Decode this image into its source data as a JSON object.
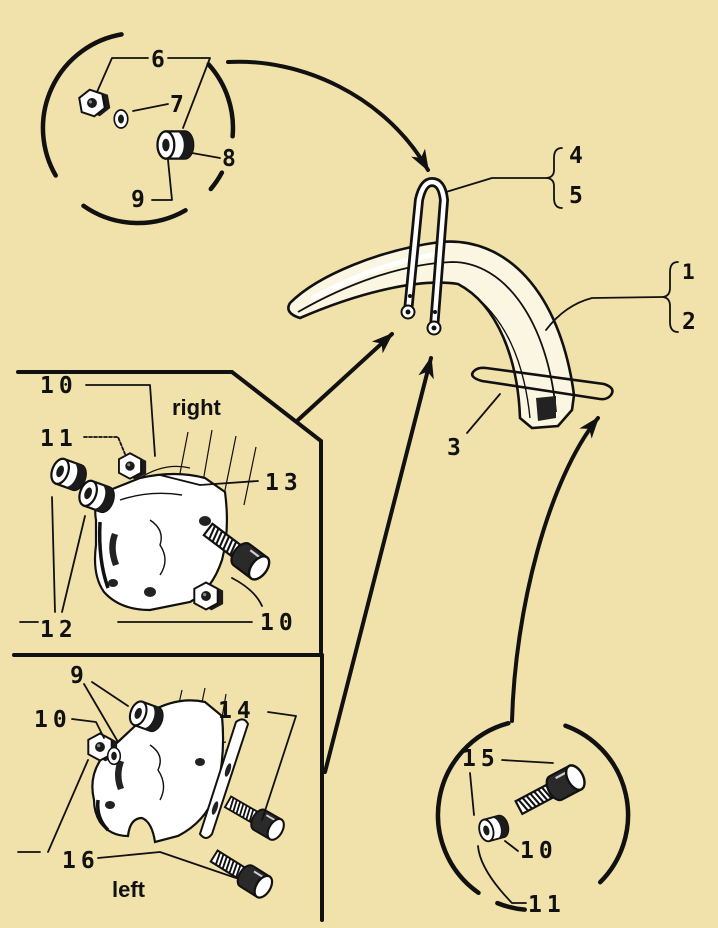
{
  "colors": {
    "background": "#f1e2ab",
    "ink": "#111111"
  },
  "main_assembly": {
    "stay_labels": [
      "4",
      "5"
    ],
    "fender_labels": [
      "1",
      "2"
    ],
    "wire_label": "3"
  },
  "top_inset": {
    "labels": [
      "6",
      "7",
      "8",
      "9"
    ]
  },
  "right_panel": {
    "side_label": "right",
    "labels": [
      "10",
      "11",
      "13",
      "12",
      "10"
    ]
  },
  "left_panel": {
    "side_label": "left",
    "labels": [
      "9",
      "10",
      "14",
      "16"
    ]
  },
  "bottom_inset": {
    "labels": [
      "15",
      "10",
      "11"
    ]
  }
}
